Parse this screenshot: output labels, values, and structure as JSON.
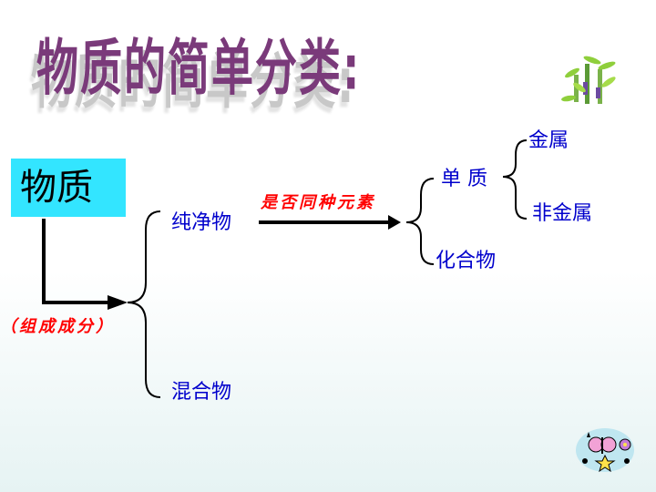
{
  "title": "物质的简单分类:",
  "root": "物质",
  "composition_note": "（组成成分）",
  "element_note": "是否同种元素",
  "nodes": {
    "pure": "纯净物",
    "mixture": "混合物",
    "simple": "单 质",
    "compound": "化合物",
    "metal": "金属",
    "nonmetal": "非金属"
  },
  "colors": {
    "title": "#7a3a7a",
    "root_box": "#33e5ff",
    "node_text": "#0000cc",
    "note_text": "#ff0000"
  },
  "icons": [
    "bamboo-clipart-icon",
    "butterfly-flowers-clipart-icon"
  ]
}
